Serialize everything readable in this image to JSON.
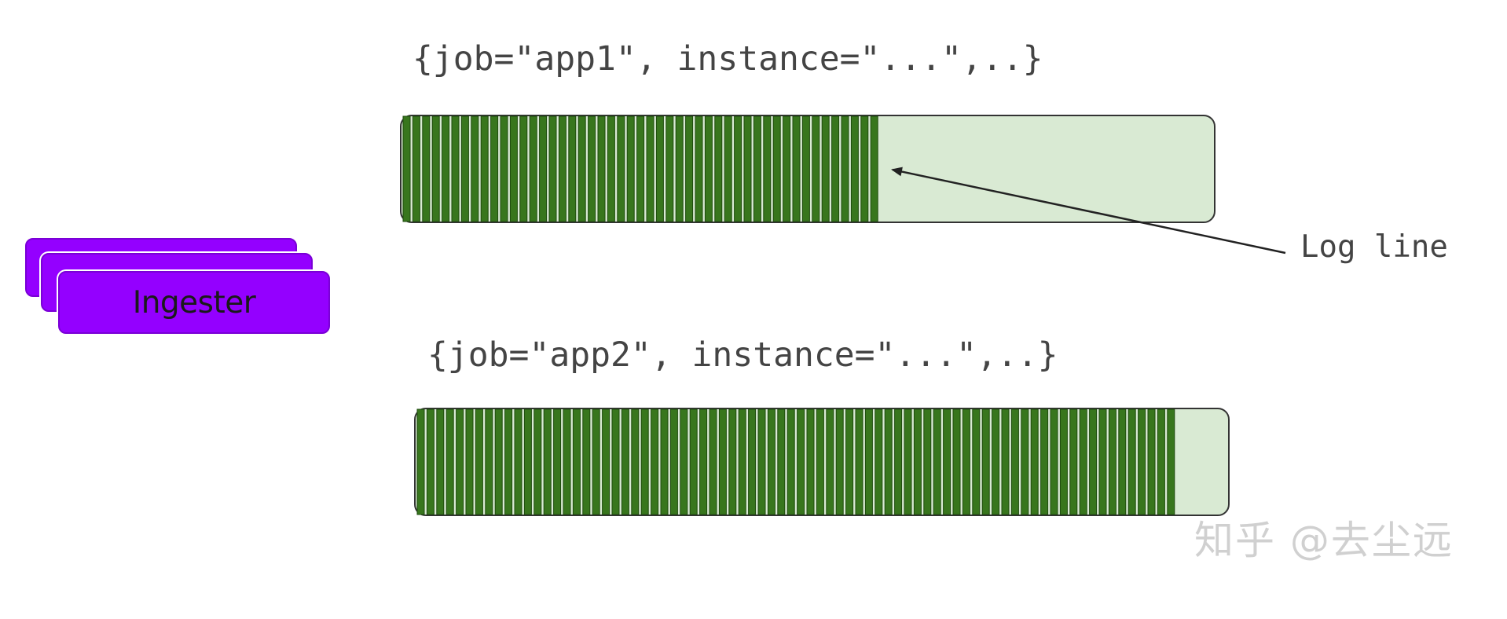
{
  "streams": [
    {
      "label": "{job=\"app1\", instance=\"...\",..}",
      "fill_fraction": 0.6
    },
    {
      "label": "{job=\"app2\", instance=\"...\",..}",
      "fill_fraction": 0.94
    }
  ],
  "ingester": {
    "label": "Ingester"
  },
  "annotation": {
    "label": "Log line"
  },
  "watermark": "知乎 @去尘远",
  "colors": {
    "chunk_bg": "#d9ead3",
    "log_line": "#38761d",
    "ingester": "#9400ff",
    "outline": "#333333",
    "text": "#444444"
  }
}
